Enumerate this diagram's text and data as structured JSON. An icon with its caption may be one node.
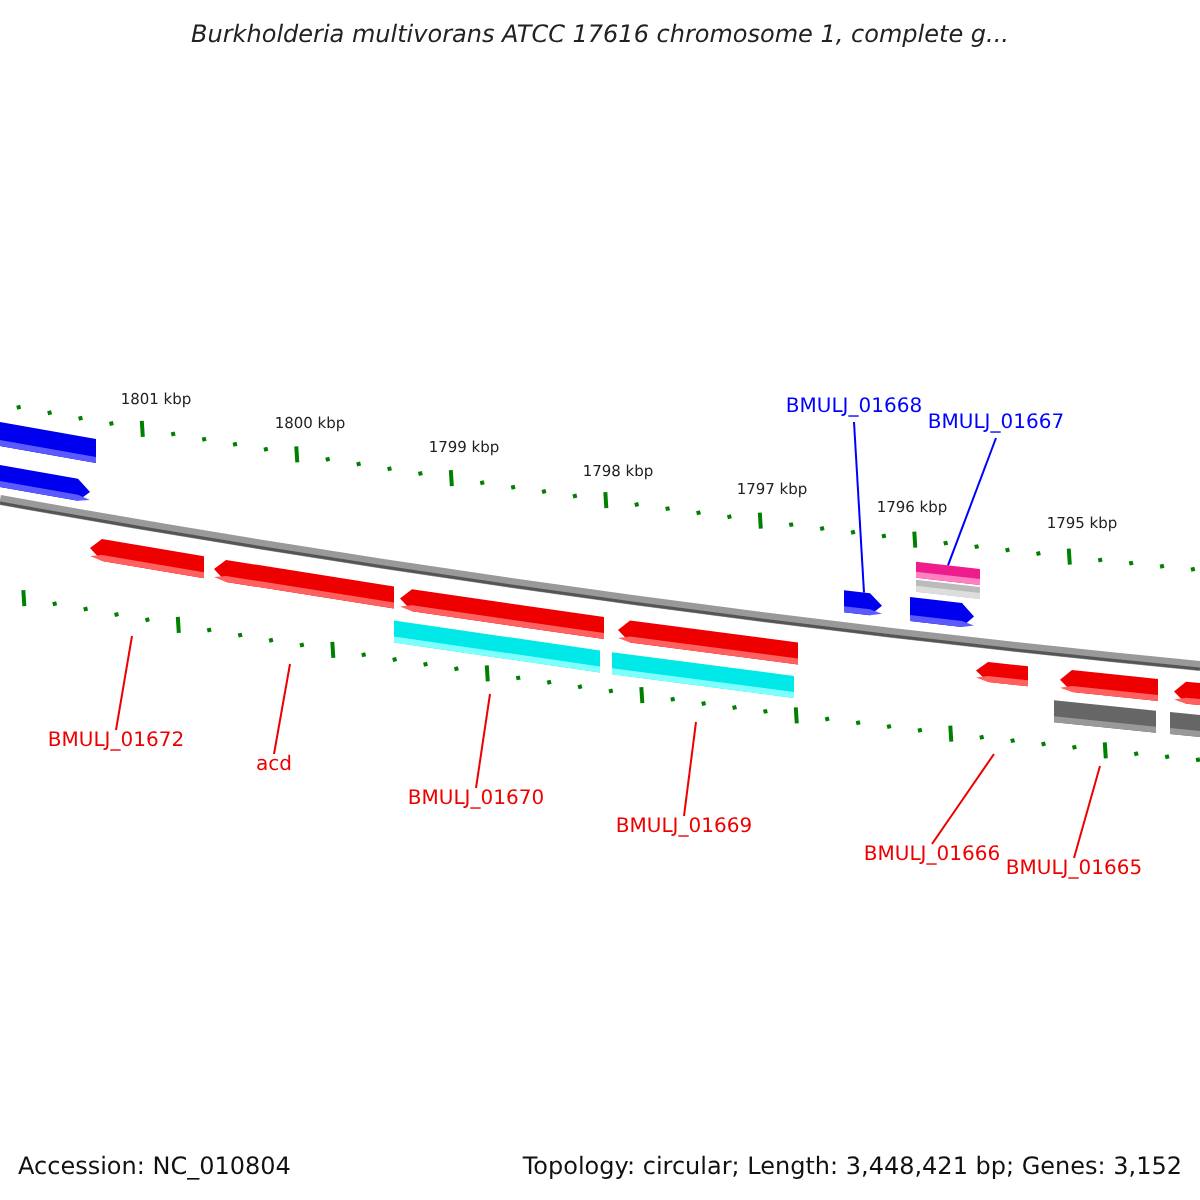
{
  "diagram": {
    "title": "Burkholderia multivorans ATCC 17616 chromosome 1, complete g...",
    "nodes": [
      {
        "text": [
          "BMULJ_01668"
        ]
      },
      {
        "text": [
          "BMULJ_01667"
        ]
      },
      {
        "text": [
          "BMULJ_01672"
        ]
      },
      {
        "text": [
          "acd"
        ]
      },
      {
        "text": [
          "BMULJ_01670"
        ]
      },
      {
        "text": [
          "BMULJ_01669"
        ]
      },
      {
        "text": [
          "BMULJ_01666"
        ]
      },
      {
        "text": [
          "BMULJ_01665"
        ]
      },
      {
        "text": [],
        "shape": "arrow"
      },
      {
        "text": [],
        "shape": "bar"
      }
    ],
    "edges": [
      {
        "from": 0,
        "to": 8,
        "arrow": "none",
        "color": "#0000ff"
      },
      {
        "from": 1,
        "to": 9,
        "arrow": "none",
        "color": "#0000ff"
      },
      {
        "from": 2,
        "to": null,
        "arrow": "none"
      },
      {
        "from": 3,
        "to": null,
        "arrow": "none"
      },
      {
        "from": 4,
        "to": null,
        "arrow": "none"
      },
      {
        "from": 5,
        "to": null,
        "arrow": "none"
      },
      {
        "from": 6,
        "to": null,
        "arrow": "none"
      },
      {
        "from": 7,
        "to": null,
        "arrow": "none"
      }
    ],
    "labels": [
      "1801 kbp",
      "1800 kbp",
      "1799 kbp",
      "1798 kbp",
      "1797 kbp",
      "1796 kbp",
      "1795 kbp",
      "Accession: NC_010804",
      "Topology: circular; Length: 3,448,421 bp; Genes: 3,152"
    ]
  }
}
